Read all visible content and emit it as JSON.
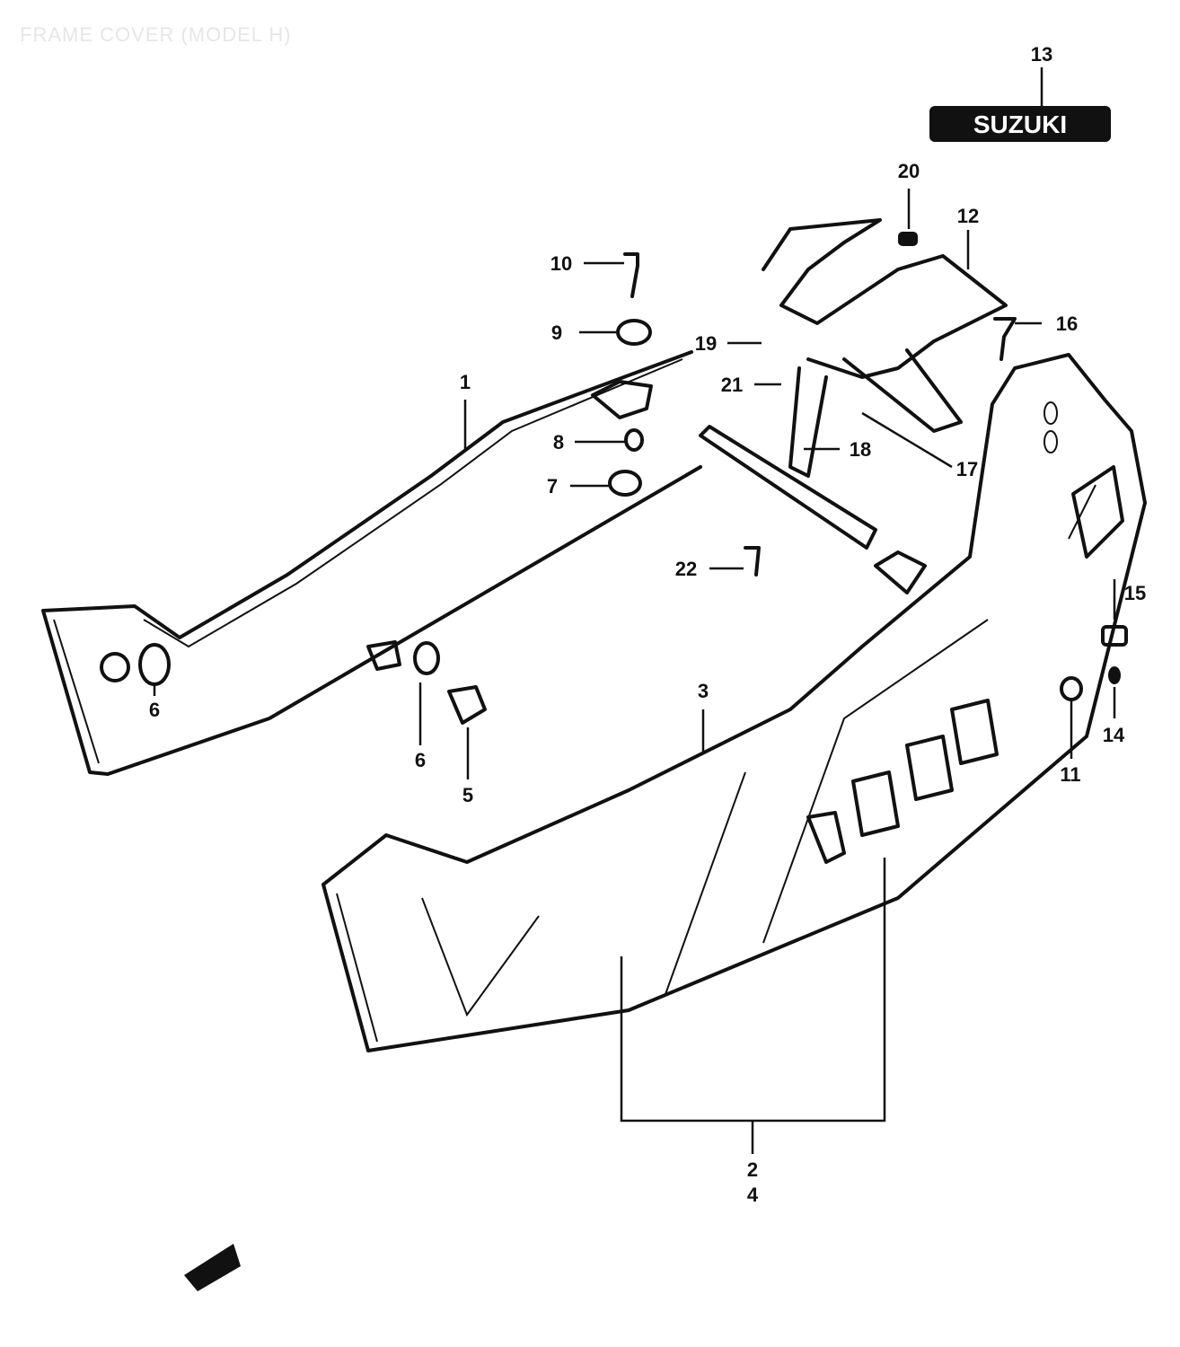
{
  "title": "FRAME COVER (MODEL H)",
  "emblem_text": "SUZUKI",
  "callouts": {
    "c1": "1",
    "c2": "2",
    "c3": "3",
    "c4": "4",
    "c5": "5",
    "c6a": "6",
    "c6b": "6",
    "c7": "7",
    "c8": "8",
    "c9": "9",
    "c10": "10",
    "c11": "11",
    "c12": "12",
    "c13": "13",
    "c14": "14",
    "c15": "15",
    "c16": "16",
    "c17": "17",
    "c18": "18",
    "c19": "19",
    "c20": "20",
    "c21": "21",
    "c22": "22"
  }
}
